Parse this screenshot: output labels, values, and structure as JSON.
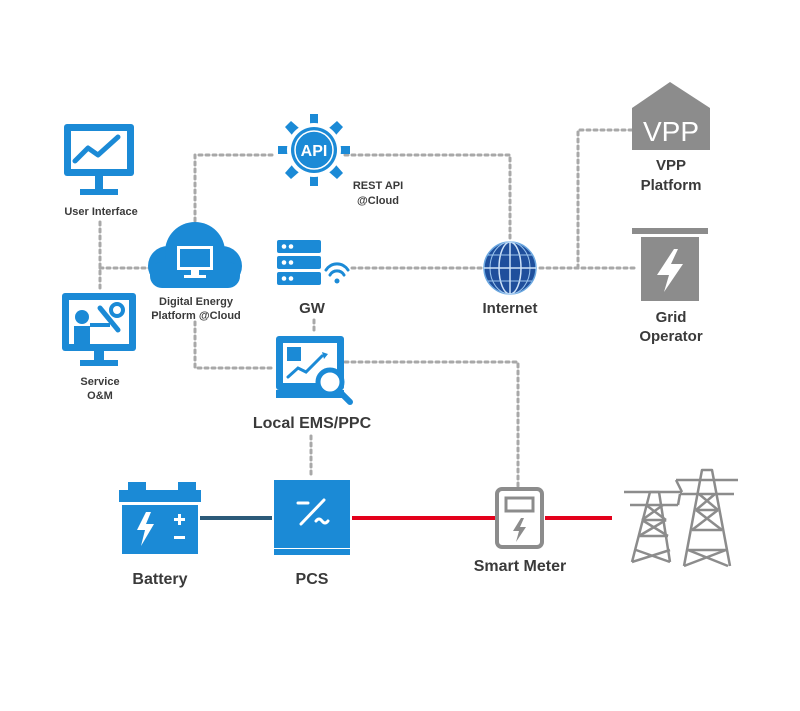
{
  "colors": {
    "icon_blue": "#1b8ad6",
    "icon_gray": "#8c8c8c",
    "dc_line": "#2c5a79",
    "ac_line": "#e3001b",
    "data_link": "#a8a8a8"
  },
  "nodes": {
    "user_interface": "User Interface",
    "rest_api": {
      "badge": "API",
      "line1": "REST API",
      "line2": "@Cloud"
    },
    "digital_platform": {
      "line1": "Digital Energy",
      "line2": "Platform @Cloud"
    },
    "service": {
      "line1": "Service",
      "line2": "O&M"
    },
    "gw": "GW",
    "internet": "Internet",
    "vpp": {
      "badge": "VPP",
      "line1": "VPP",
      "line2": "Platform"
    },
    "grid_operator": {
      "line1": "Grid",
      "line2": "Operator"
    },
    "local_ems": "Local EMS/PPC",
    "battery": "Battery",
    "pcs": "PCS",
    "smart_meter": "Smart Meter"
  },
  "icons": [
    "monitor-chart-icon",
    "api-gear-icon",
    "cloud-monitor-icon",
    "service-tools-icon",
    "server-wifi-icon",
    "globe-icon",
    "vpp-house-icon",
    "grid-bolt-icon",
    "ems-analytics-icon",
    "battery-icon",
    "pcs-converter-icon",
    "smart-meter-icon",
    "transmission-tower-icon"
  ]
}
